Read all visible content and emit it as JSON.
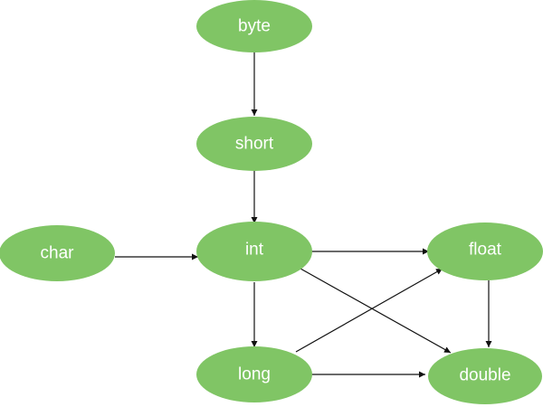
{
  "colors": {
    "node_fill": "#80c565",
    "node_text": "#ffffff",
    "edge": "#111111",
    "background": "#ffffff"
  },
  "nodes": [
    {
      "id": "byte",
      "label": "byte"
    },
    {
      "id": "short",
      "label": "short"
    },
    {
      "id": "char",
      "label": "char"
    },
    {
      "id": "int",
      "label": "int"
    },
    {
      "id": "float",
      "label": "float"
    },
    {
      "id": "long",
      "label": "long"
    },
    {
      "id": "double",
      "label": "double"
    }
  ],
  "edges": [
    {
      "from": "byte",
      "to": "short"
    },
    {
      "from": "short",
      "to": "int"
    },
    {
      "from": "char",
      "to": "int"
    },
    {
      "from": "int",
      "to": "float"
    },
    {
      "from": "int",
      "to": "long"
    },
    {
      "from": "int",
      "to": "double"
    },
    {
      "from": "long",
      "to": "float"
    },
    {
      "from": "long",
      "to": "double"
    },
    {
      "from": "float",
      "to": "double"
    }
  ]
}
